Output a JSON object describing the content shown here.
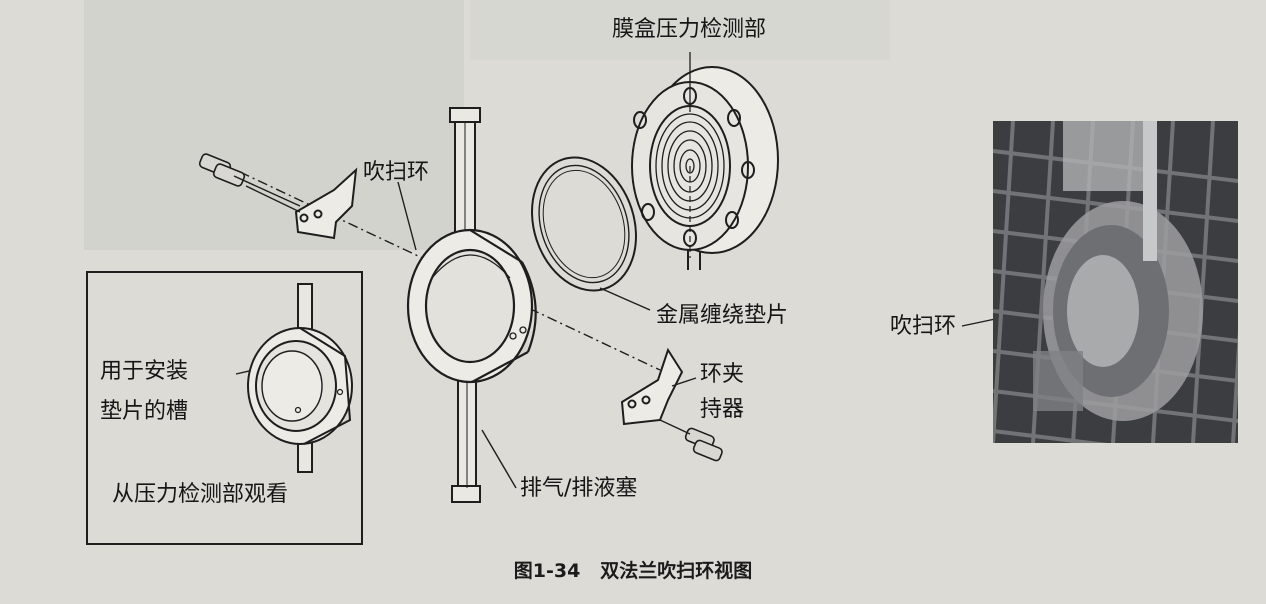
{
  "labels": {
    "diaphragm": "膜盒压力检测部",
    "flush_ring": "吹扫环",
    "gasket": "金属缠绕垫片",
    "clamp_holder_line1": "环夹",
    "clamp_holder_line2": "持器",
    "vent_plug": "排气/排液塞",
    "groove_line1": "用于安装",
    "groove_line2": "垫片的槽",
    "inset_caption": "从压力检测部观看",
    "photo_label": "吹扫环"
  },
  "figure": {
    "number": "图1-34",
    "title": "双法兰吹扫环视图"
  },
  "colors": {
    "paper": "#dcdbd6",
    "ink": "#1e1e1e",
    "photo_dark": "#3c3d40"
  }
}
